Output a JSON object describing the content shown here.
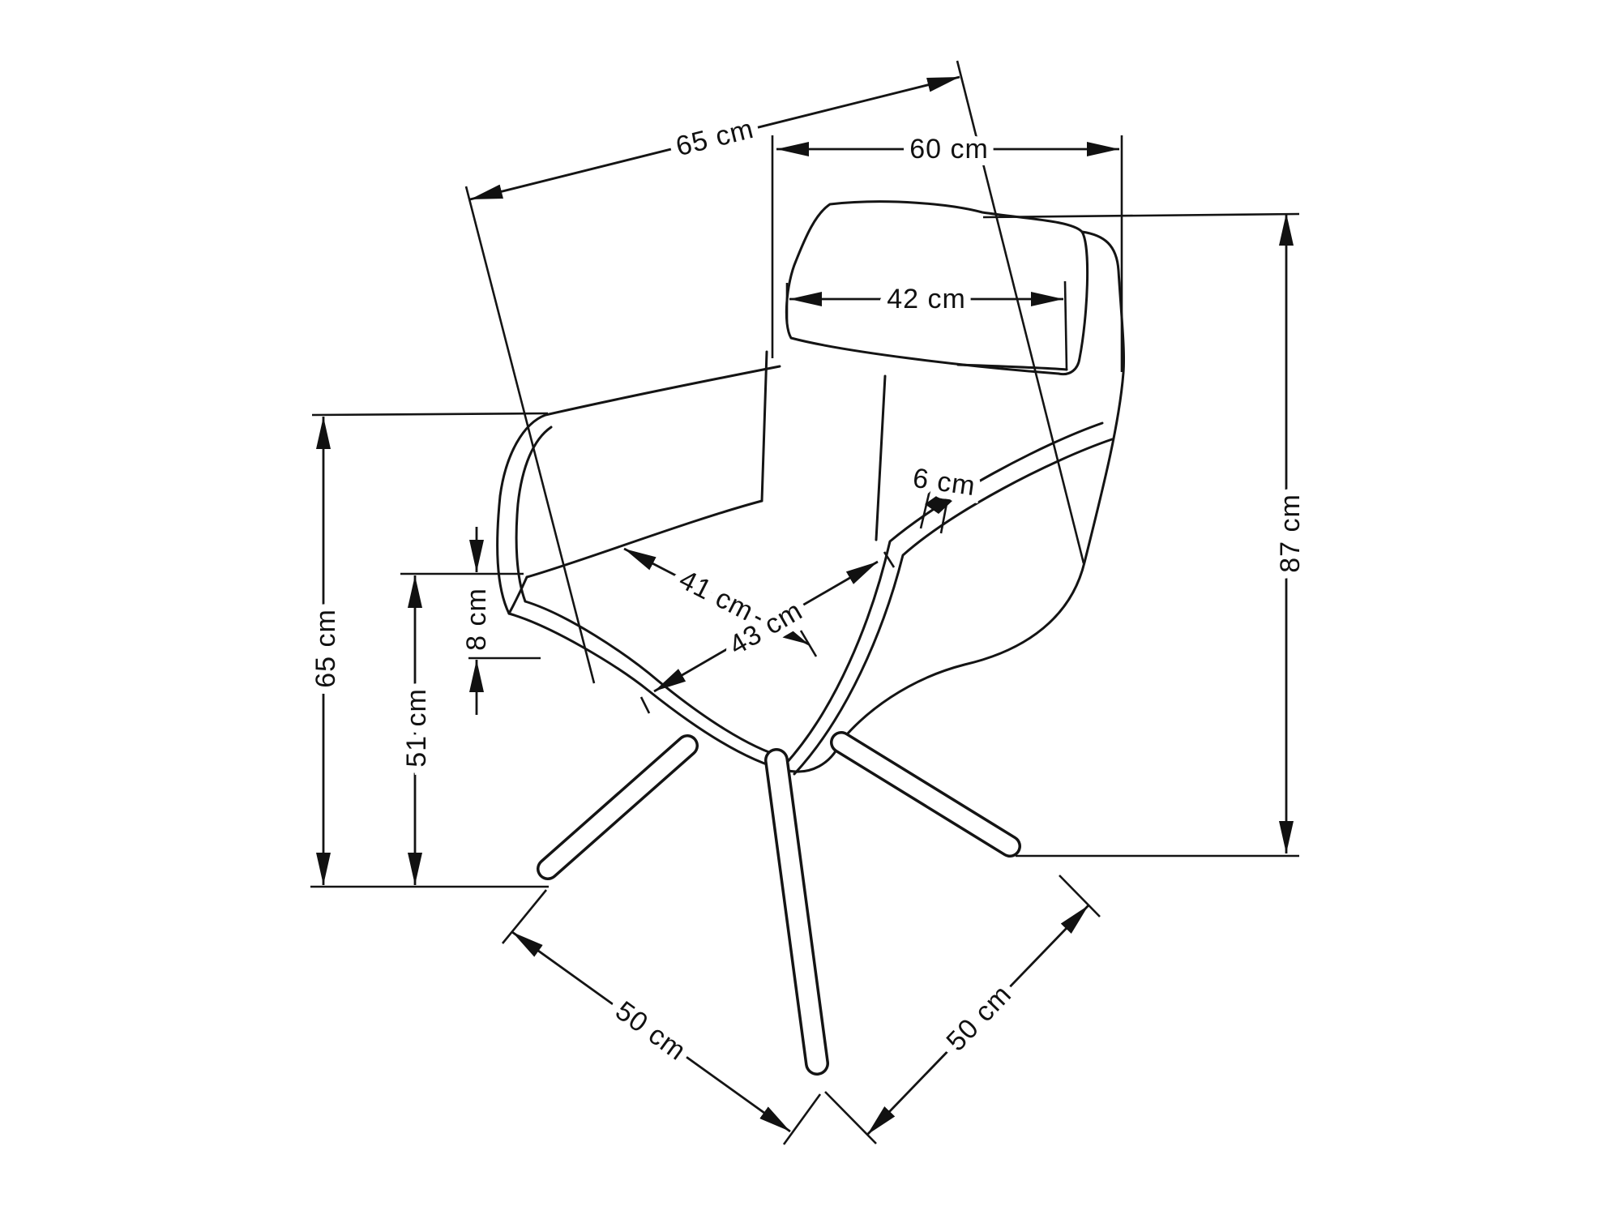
{
  "diagram": {
    "type": "technical-dimension-drawing",
    "subject": "swivel armchair",
    "unit": "cm",
    "line_color": "#141414",
    "background_color": "#ffffff",
    "dimensions": {
      "diagonal_depth_top": {
        "label": "65 cm",
        "value": 65
      },
      "overall_width": {
        "label": "60 cm",
        "value": 60
      },
      "backrest_width": {
        "label": "42 cm",
        "value": 42
      },
      "overall_height": {
        "label": "87 cm",
        "value": 87
      },
      "armrest_height": {
        "label": "65 cm",
        "value": 65
      },
      "seat_height": {
        "label": "51 cm",
        "value": 51
      },
      "cushion_thickness": {
        "label": "8 cm",
        "value": 8
      },
      "seat_depth": {
        "label": "41 cm",
        "value": 41
      },
      "seat_width": {
        "label": "43 cm",
        "value": 43
      },
      "armrest_edge": {
        "label": "6 cm",
        "value": 6
      },
      "base_span_left": {
        "label": "50 cm",
        "value": 50
      },
      "base_span_right": {
        "label": "50 cm",
        "value": 50
      }
    }
  }
}
